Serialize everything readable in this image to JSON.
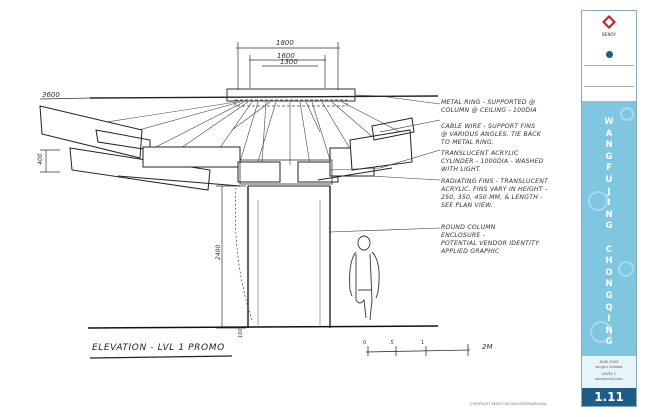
{
  "drawing": {
    "title": "ELEVATION - LVL 1 PROMO",
    "dimensions": {
      "overall_width": "1800",
      "inner_width": "1600",
      "ring_width": "1300",
      "ceiling_level": "3600",
      "fin_drop": "400",
      "column_height": "2400",
      "base": "100"
    },
    "notes": [
      [
        "METAL RING - SUPPORTED @",
        "COLUMN @ CEILING - 100DIA"
      ],
      [
        "CABLE WIRE - SUPPORT FINS",
        "@ VARIOUS ANGLES. TIE BACK",
        "TO METAL RING."
      ],
      [
        "TRANSLUCENT ACRYLIC",
        "CYLINDER - 1000DIA - WASHED",
        "WITH LIGHT."
      ],
      [
        "RADIATING FINS - TRANSLUCENT",
        "ACRYLIC. FINS VARY IN HEIGHT -",
        "250, 350, 450 MM, & LENGTH -",
        "SEE PLAN VIEW."
      ],
      [
        "ROUND COLUMN",
        "ENCLOSURE -",
        "POTENTIAL VENDOR IDENTITY",
        "APPLIED GRAPHIC"
      ]
    ],
    "scale_label": "2M",
    "scale_ticks": [
      "0",
      ".5",
      "1"
    ],
    "copyright": "COPYRIGHT BENOY DESIGN INTERNATIONAL"
  },
  "title_block": {
    "firm_line": "BENOY",
    "project_vertical": "WANGFUJING CHONGQING",
    "date": "JUNE 2003",
    "project_number": "PROJECT NUMBER",
    "level": "LEVEL 1",
    "drawing_name": "PROMOTION AREA",
    "sheet_number": "1.11"
  },
  "colors": {
    "title_block_bg": "#7fc6e0",
    "sheet_number_bg": "#1d5d87",
    "ink": "#333333"
  },
  "icons": {
    "logo": "red-diamond-logo-icon"
  }
}
